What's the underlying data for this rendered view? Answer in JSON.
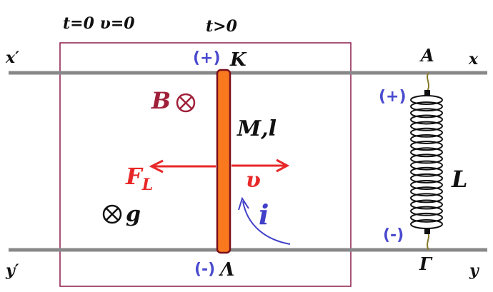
{
  "labels": {
    "time_initial": "t=0 υ=0",
    "time_later": "t>0",
    "rail_top_left": "x′",
    "rail_top_right": "x",
    "rail_bottom_left": "y′",
    "rail_bottom_right": "y",
    "point_K": "K",
    "point_Lambda": "Λ",
    "point_A": "A",
    "point_Gamma": "Γ",
    "plus_K": "(+)",
    "minus_Lambda": "(-)",
    "plus_coil": "(+)",
    "minus_coil": "(-)",
    "field_B": "B",
    "rod_label": "M,l",
    "force_F": "F",
    "force_sub": "L",
    "velocity": "υ",
    "current": "i",
    "coil_label": "L",
    "gravity": "g"
  },
  "colors": {
    "rail": "#888888",
    "rod_fill": "#F97A1E",
    "rod_stroke": "#7A0E1E",
    "field_region": "#8B1A4A",
    "arrow_red": "#E82828",
    "sign_blue": "#4A4ACF",
    "field_B": "#A0203A",
    "current_arrow": "#4040C8",
    "coil": "#111111",
    "lead": "#8A7A2A"
  }
}
